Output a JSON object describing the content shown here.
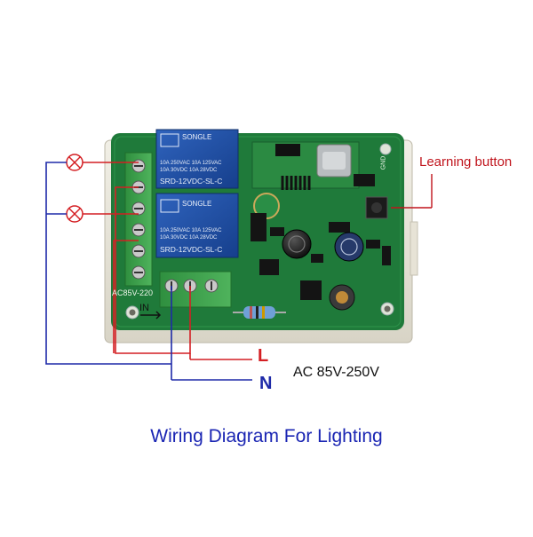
{
  "diagram": {
    "caption": "Wiring Diagram For Lighting",
    "learning_button_label": "Learning button",
    "supply_label": "AC 85V-250V",
    "line_label": "L",
    "neutral_label": "N",
    "board": {
      "input_marking": "IN",
      "supply_marking": "AC85V-220",
      "relays": [
        {
          "brand": "SONGLE",
          "rating_1": "10A 250VAC  10A 125VAC",
          "rating_2": "10A  30VDC  10A  28VDC",
          "model": "SRD-12VDC-SL-C"
        },
        {
          "brand": "SONGLE",
          "rating_1": "10A 250VAC  10A 125VAC",
          "rating_2": "10A  30VDC  10A  28VDC",
          "model": "SRD-12VDC-SL-C"
        }
      ],
      "gnd_marking": "GND"
    },
    "colors": {
      "line_wire": "#d41f23",
      "neutral_wire": "#1e2aa8",
      "caption": "#1a25b3",
      "pcb": "#1f7a3a",
      "relay": "#1f4fa5",
      "terminal": "#3a9e4a"
    }
  }
}
